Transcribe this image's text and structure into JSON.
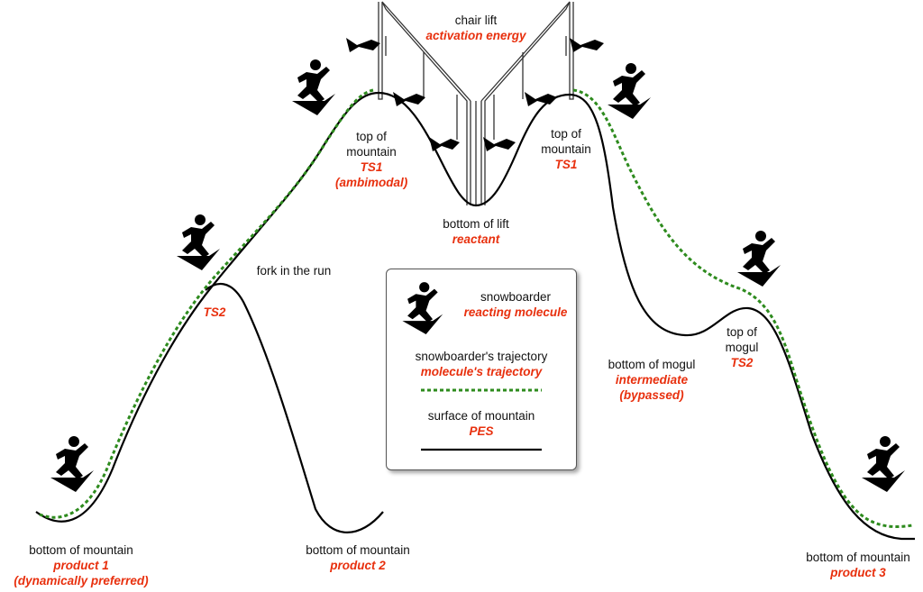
{
  "labels": {
    "chair_lift": {
      "black": "chair lift",
      "red": "activation energy"
    },
    "top_left": {
      "line1": "top of",
      "line2": "mountain",
      "red1": "TS1",
      "red2": "(ambimodal)"
    },
    "top_right": {
      "line1": "top of",
      "line2": "mountain",
      "red1": "TS1"
    },
    "bottom_lift": {
      "black": "bottom of lift",
      "red": "reactant"
    },
    "fork": {
      "black": "fork in the run"
    },
    "ts2_left": {
      "red": "TS2"
    },
    "top_mogul": {
      "line1": "top of",
      "line2": "mogul",
      "red": "TS2"
    },
    "bottom_mogul": {
      "black": "bottom of mogul",
      "red1": "intermediate",
      "red2": "(bypassed)"
    },
    "bottom_p1": {
      "black": "bottom of mountain",
      "red1": "product 1",
      "red2": "(dynamically preferred)"
    },
    "bottom_p2": {
      "black": "bottom of mountain",
      "red": "product 2"
    },
    "bottom_p3": {
      "black": "bottom of mountain",
      "red": "product 3"
    }
  },
  "legend": {
    "snowboarder": {
      "black": "snowboarder",
      "red": "reacting molecule"
    },
    "trajectory": {
      "black": "snowboarder's trajectory",
      "red": "molecule's trajectory"
    },
    "surface": {
      "black": "surface of mountain",
      "red": "PES"
    }
  },
  "colors": {
    "trajectory": "#2e8b1e",
    "surface": "#000000",
    "red_text": "#e8300e"
  },
  "icons": [
    "snowboarder-icon",
    "chair-lift-icon"
  ]
}
